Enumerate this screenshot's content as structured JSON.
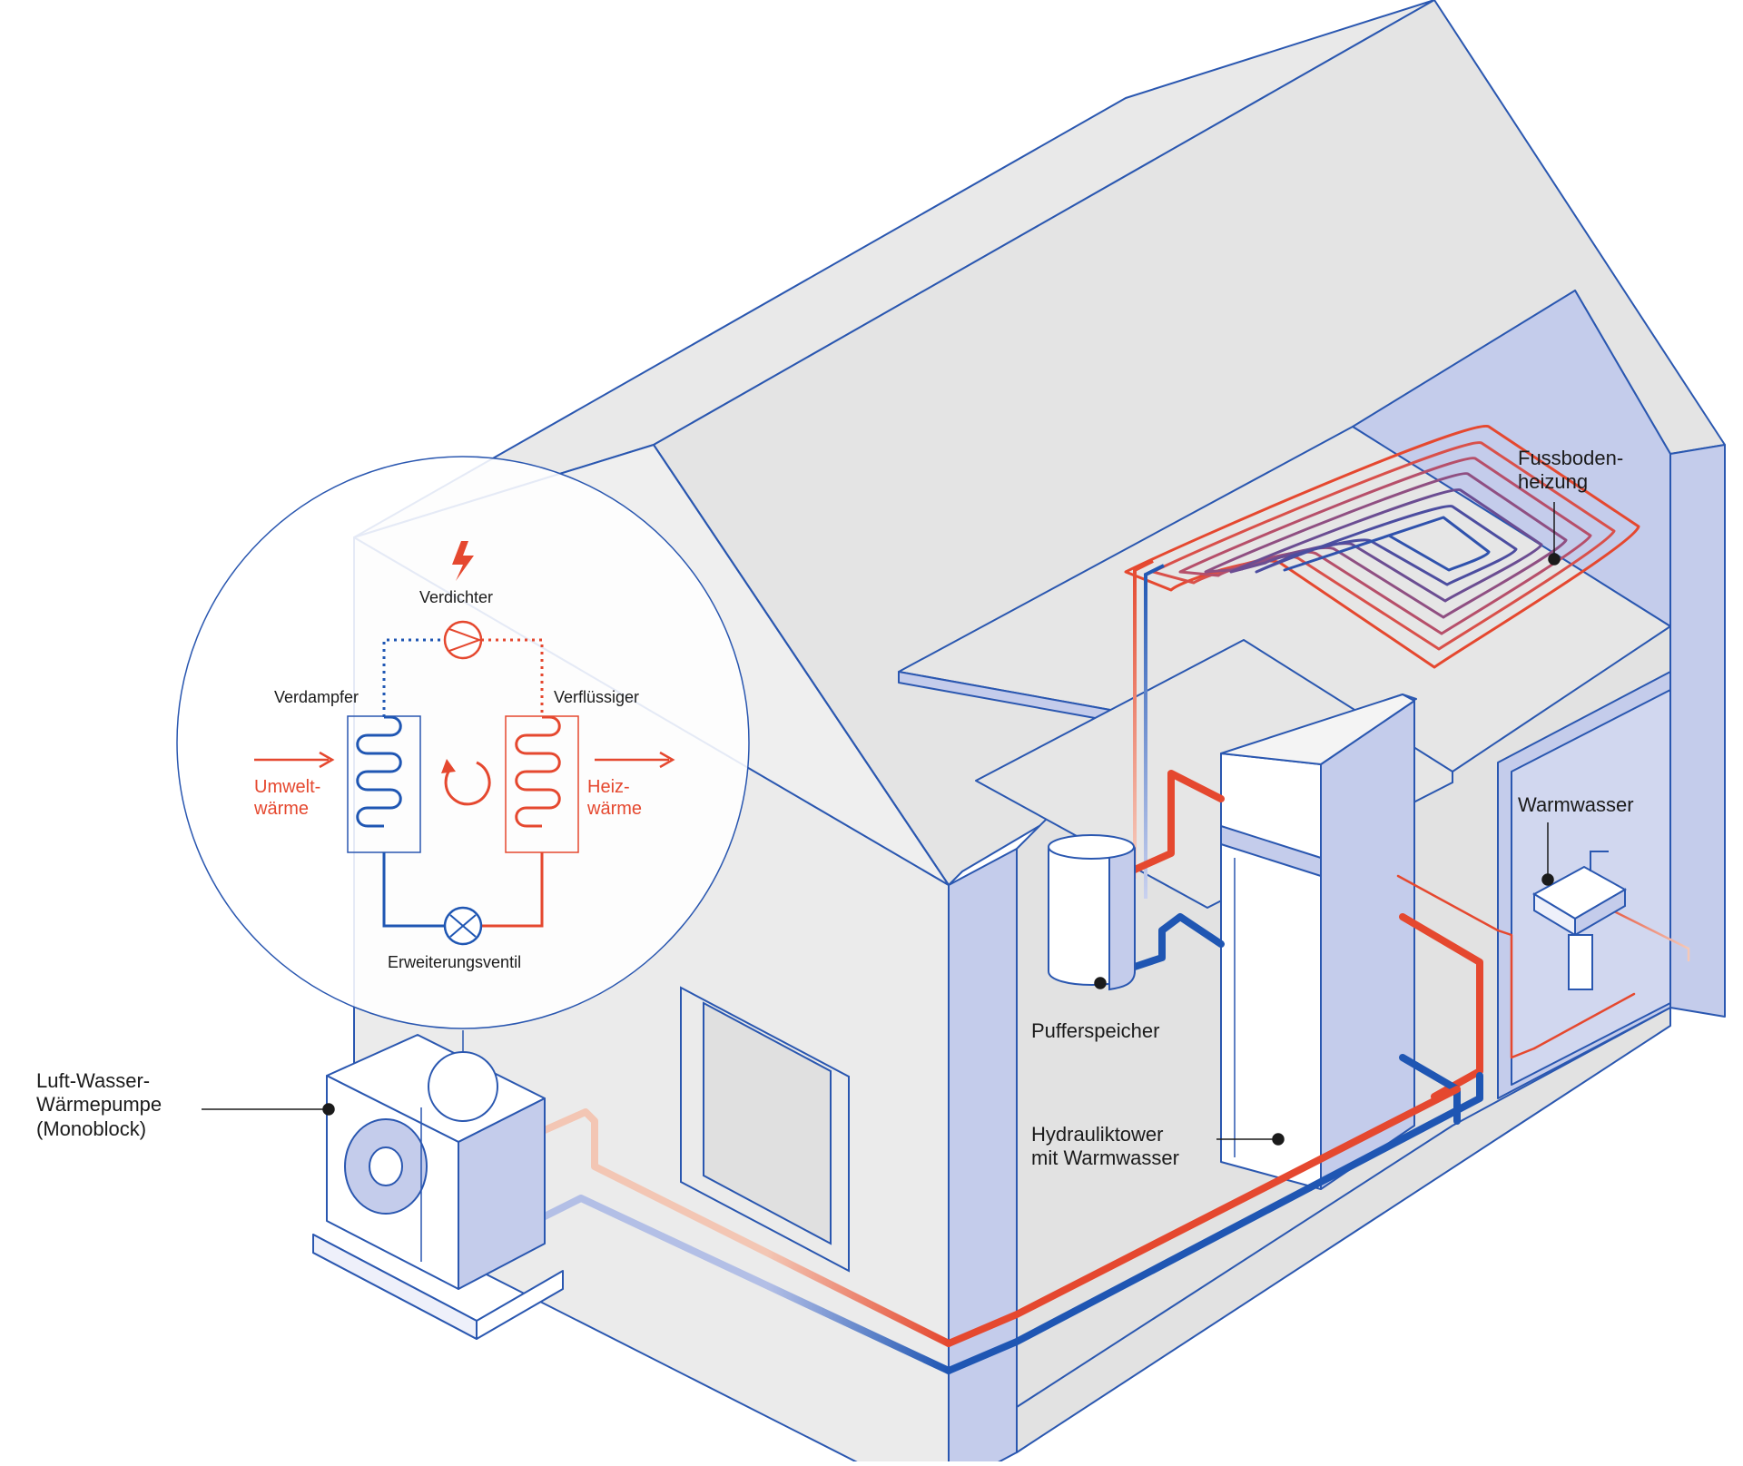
{
  "colors": {
    "wall_blue": "#2a57b0",
    "wall_fill": "#ebebeb",
    "interior_blue": "#c4cceb",
    "pipe_red": "#e5482f",
    "pipe_blue": "#1f56b3",
    "pipe_red_faded": "#f1b9a6",
    "pipe_blue_faded": "#a9b6e0",
    "text_dark": "#1b1b1b"
  },
  "cycle": {
    "compressor": "Verdichter",
    "evaporator": "Verdampfer",
    "condenser": "Verflüssiger",
    "expansion_valve": "Erweiterungsventil",
    "ambient_heat": [
      "Umwelt-",
      "wärme"
    ],
    "heating_heat": [
      "Heiz-",
      "wärme"
    ],
    "power_icon": "lightning-bolt-icon",
    "cycle_icon": "circular-arrow-icon"
  },
  "components": {
    "heat_pump": [
      "Luft-Wasser-",
      "Wärmepumpe",
      "(Monoblock)"
    ],
    "buffer_tank": "Pufferspeicher",
    "hydraulic_tower": [
      "Hydrauliktower",
      "mit Warmwasser"
    ],
    "floor_heating": [
      "Fussboden-",
      "heizung"
    ],
    "hot_water": "Warmwasser"
  }
}
